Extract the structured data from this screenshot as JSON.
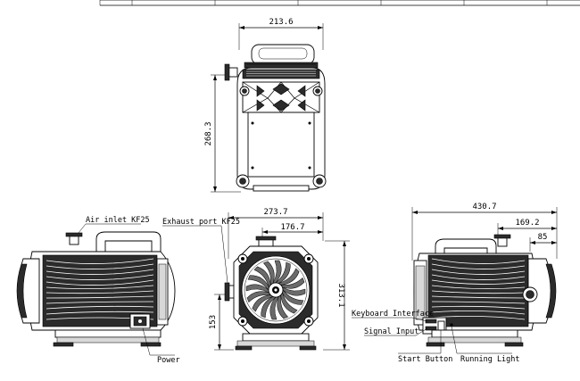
{
  "top_view": {
    "width_dim": "213.6",
    "height_dim": "268.3"
  },
  "front_view": {
    "width_dim": "273.7",
    "inner_dim": "176.7",
    "height_dim": "313.1",
    "lower_dim": "153",
    "exhaust_label": "Exhaust port KF25"
  },
  "left_view": {
    "air_inlet_label": "Air inlet KF25",
    "power_label": "Power"
  },
  "right_view": {
    "length_dim": "430.7",
    "mid_dim": "169.2",
    "short_dim": "85",
    "keyboard_label": "Keyboard Interface",
    "signal_label": "Signal Input",
    "start_label": "Start Button",
    "running_label": "Running Light"
  }
}
